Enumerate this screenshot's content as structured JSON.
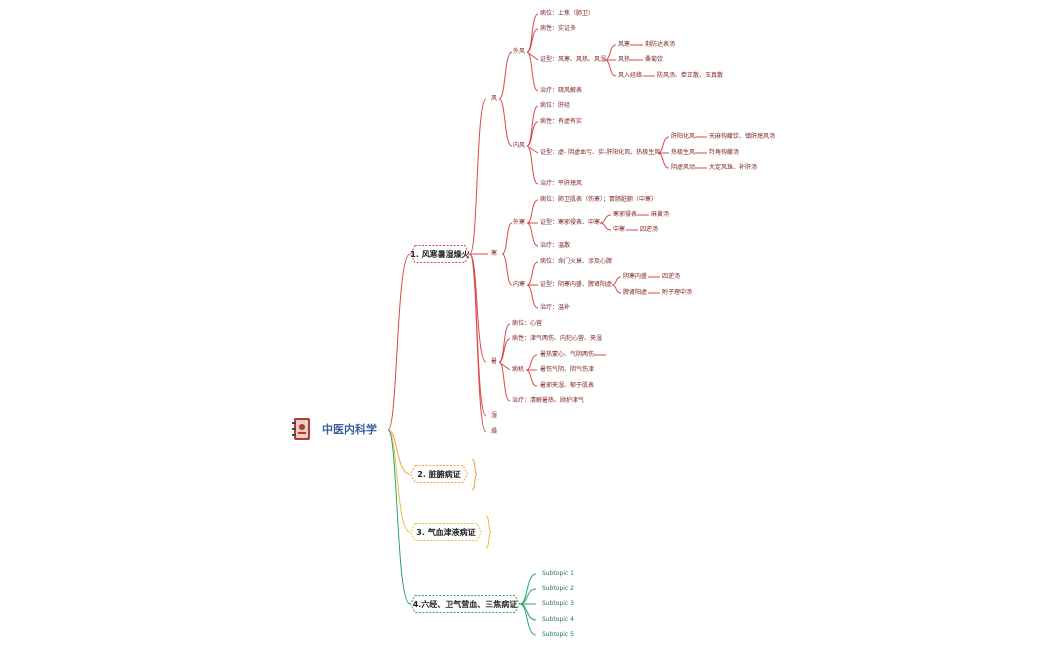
{
  "root": {
    "title": "中医内科学",
    "icon": "notebook-icon"
  },
  "colors": {
    "red": "#d94a4a",
    "orange": "#f0a040",
    "yellow": "#e8c233",
    "green": "#28a56c",
    "text": "#7a1c1c",
    "title": "#3a5fa0"
  },
  "main_topics": [
    {
      "label": "1. 风寒暑湿燥火"
    },
    {
      "label": "2. 脏腑病证"
    },
    {
      "label": "3. 气血津液病证"
    },
    {
      "label": "4.六经、卫气营血、三焦病证"
    }
  ],
  "l1": {
    "feng": "风",
    "han": "寒",
    "shu": "暑",
    "shi": "湿",
    "zao": "燥"
  },
  "waifeng": {
    "label": "外风",
    "bingwei": "病位：上焦（肺卫）",
    "bingxing": "病性：实证多",
    "zhengxing": "证型：风寒、风热、风湿",
    "fenghan": "风寒",
    "fenghan_fang": "荆防达表汤",
    "fengre": "风热",
    "fengre_fang": "桑菊饮",
    "jingluo": "风入经络",
    "jingluo_fang": "防风汤、牵正散、玉真散",
    "zhiliao": "治疗：疏风解表"
  },
  "neifeng": {
    "label": "内风",
    "bingwei": "病位：肝经",
    "bingxing": "病性：有虚有实",
    "zhengxing": "证型：虚- 阴虚血亏、实-肝阳化风、热极生风",
    "ganyang": "肝阳化风",
    "ganyang_fang": "天麻钩藤饮、镇肝熄风汤",
    "reji": "热极生风",
    "reji_fang": "羚角钩藤汤",
    "yinxu": "阴虚风动",
    "yinxu_fang": "大定风珠、补肝汤",
    "zhiliao": "治疗：平肝熄风"
  },
  "waihan": {
    "label": "外寒",
    "bingwei": "病位：肺卫肌表（伤寒）；胃肠脏腑（中寒）",
    "zhengxing": "证型：寒邪侵表、中寒",
    "qinbiao": "寒邪侵表",
    "qinbiao_fang": "麻黄汤",
    "zhonghan": "中寒",
    "zhonghan_fang": "四逆汤",
    "zhiliao": "治疗：温散"
  },
  "neihan": {
    "label": "内寒",
    "bingwei": "病位：命门火衰、涉及心脾",
    "zhengxing": "证型：阴寒内盛、脾肾阳虚",
    "yinhan": "阴寒内盛",
    "yinhan_fang": "四逆汤",
    "pishen": "脾肾阳虚",
    "pishen_fang": "附子理中汤",
    "zhiliao": "治疗：温补"
  },
  "shu": {
    "bingwei": "病位：心营",
    "bingxing": "病性：津气两伤、内犯心营、夹湿",
    "bingji": "病机",
    "bingji_items": [
      "暑热蒙心、气阴两伤",
      "暑伤气阴、阴气伤津",
      "暑邪夹湿、郁于肌表"
    ],
    "zhiliao": "治疗：清解暑热、顾护津气"
  },
  "subtopics": [
    "Subtopic 1",
    "Subtopic 2",
    "Subtopic 3",
    "Subtopic 4",
    "Subtopic 5"
  ]
}
